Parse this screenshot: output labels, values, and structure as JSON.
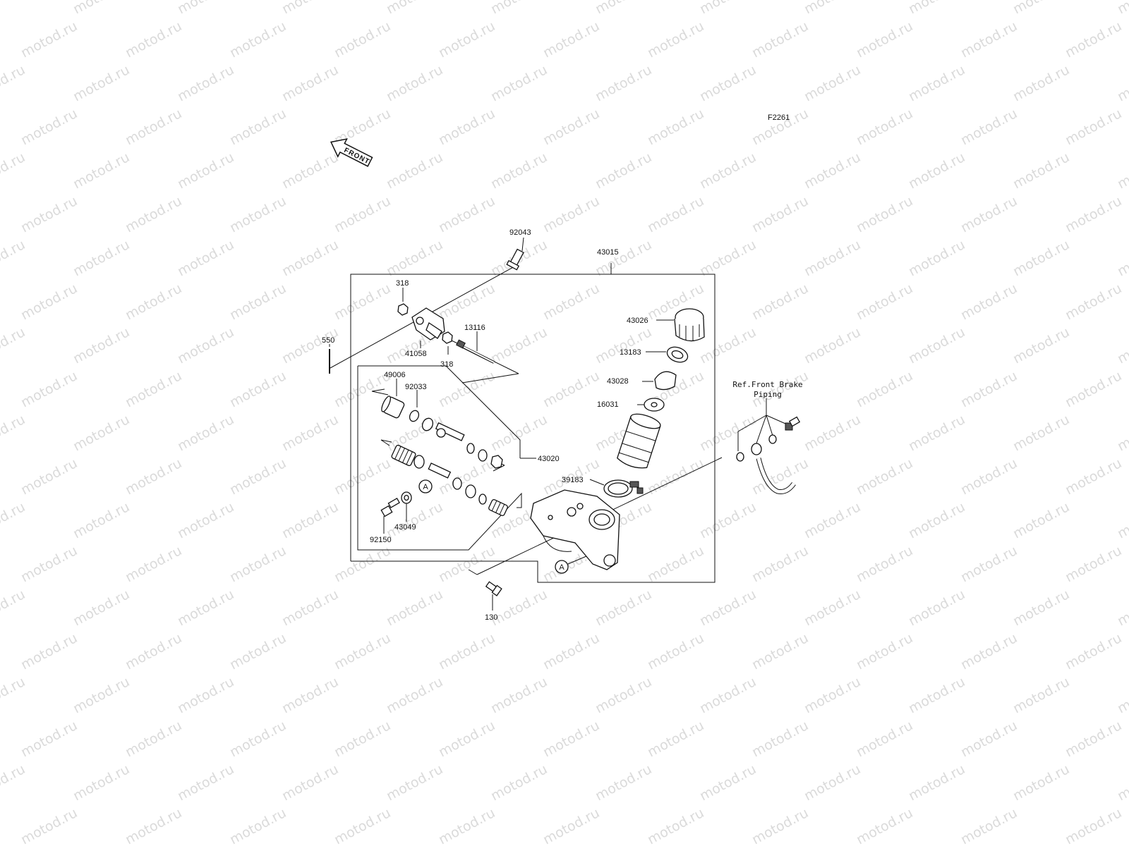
{
  "figure_code": "F2261",
  "watermark_text": "motod.ru",
  "front_arrow_text": "FRONT",
  "reference_note": {
    "line1": "Ref.Front Brake",
    "line2": "Piping"
  },
  "callout_letter": "A",
  "parts": {
    "p92043": "92043",
    "p43015": "43015",
    "p318_top": "318",
    "p318_bottom": "318",
    "p550": "550",
    "p41058": "41058",
    "p13116": "13116",
    "p49006": "49006",
    "p92033": "92033",
    "p43020": "43020",
    "p43026": "43026",
    "p13183": "13183",
    "p43028": "43028",
    "p16031": "16031",
    "p39183": "39183",
    "p43049": "43049",
    "p92150": "92150",
    "p130": "130"
  }
}
